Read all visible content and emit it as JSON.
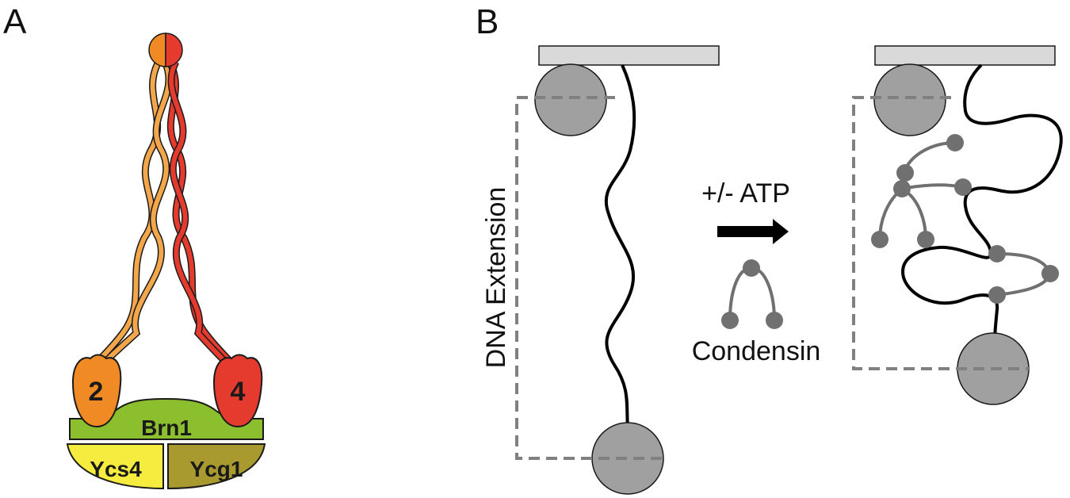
{
  "panel_a": {
    "letter": "A",
    "head_left": "2",
    "head_right": "4",
    "kleisin": "Brn1",
    "heat_left": "Ycs4",
    "heat_right": "Ycg1"
  },
  "panel_b": {
    "letter": "B",
    "y_label": "DNA Extension",
    "arrow_label": "+/- ATP",
    "legend_label": "Condensin"
  },
  "colors": {
    "smc2": "#f08a24",
    "smc2_light": "#f3a64a",
    "smc4": "#e53b2f",
    "brn1": "#8cbf2e",
    "ycs4": "#f6ec3f",
    "ycg1": "#a99a2f",
    "bead": "#a0a0a0",
    "dna": "#000000",
    "condensin": "#707070",
    "dashed": "#808080",
    "surface": "#d9d9d9"
  }
}
